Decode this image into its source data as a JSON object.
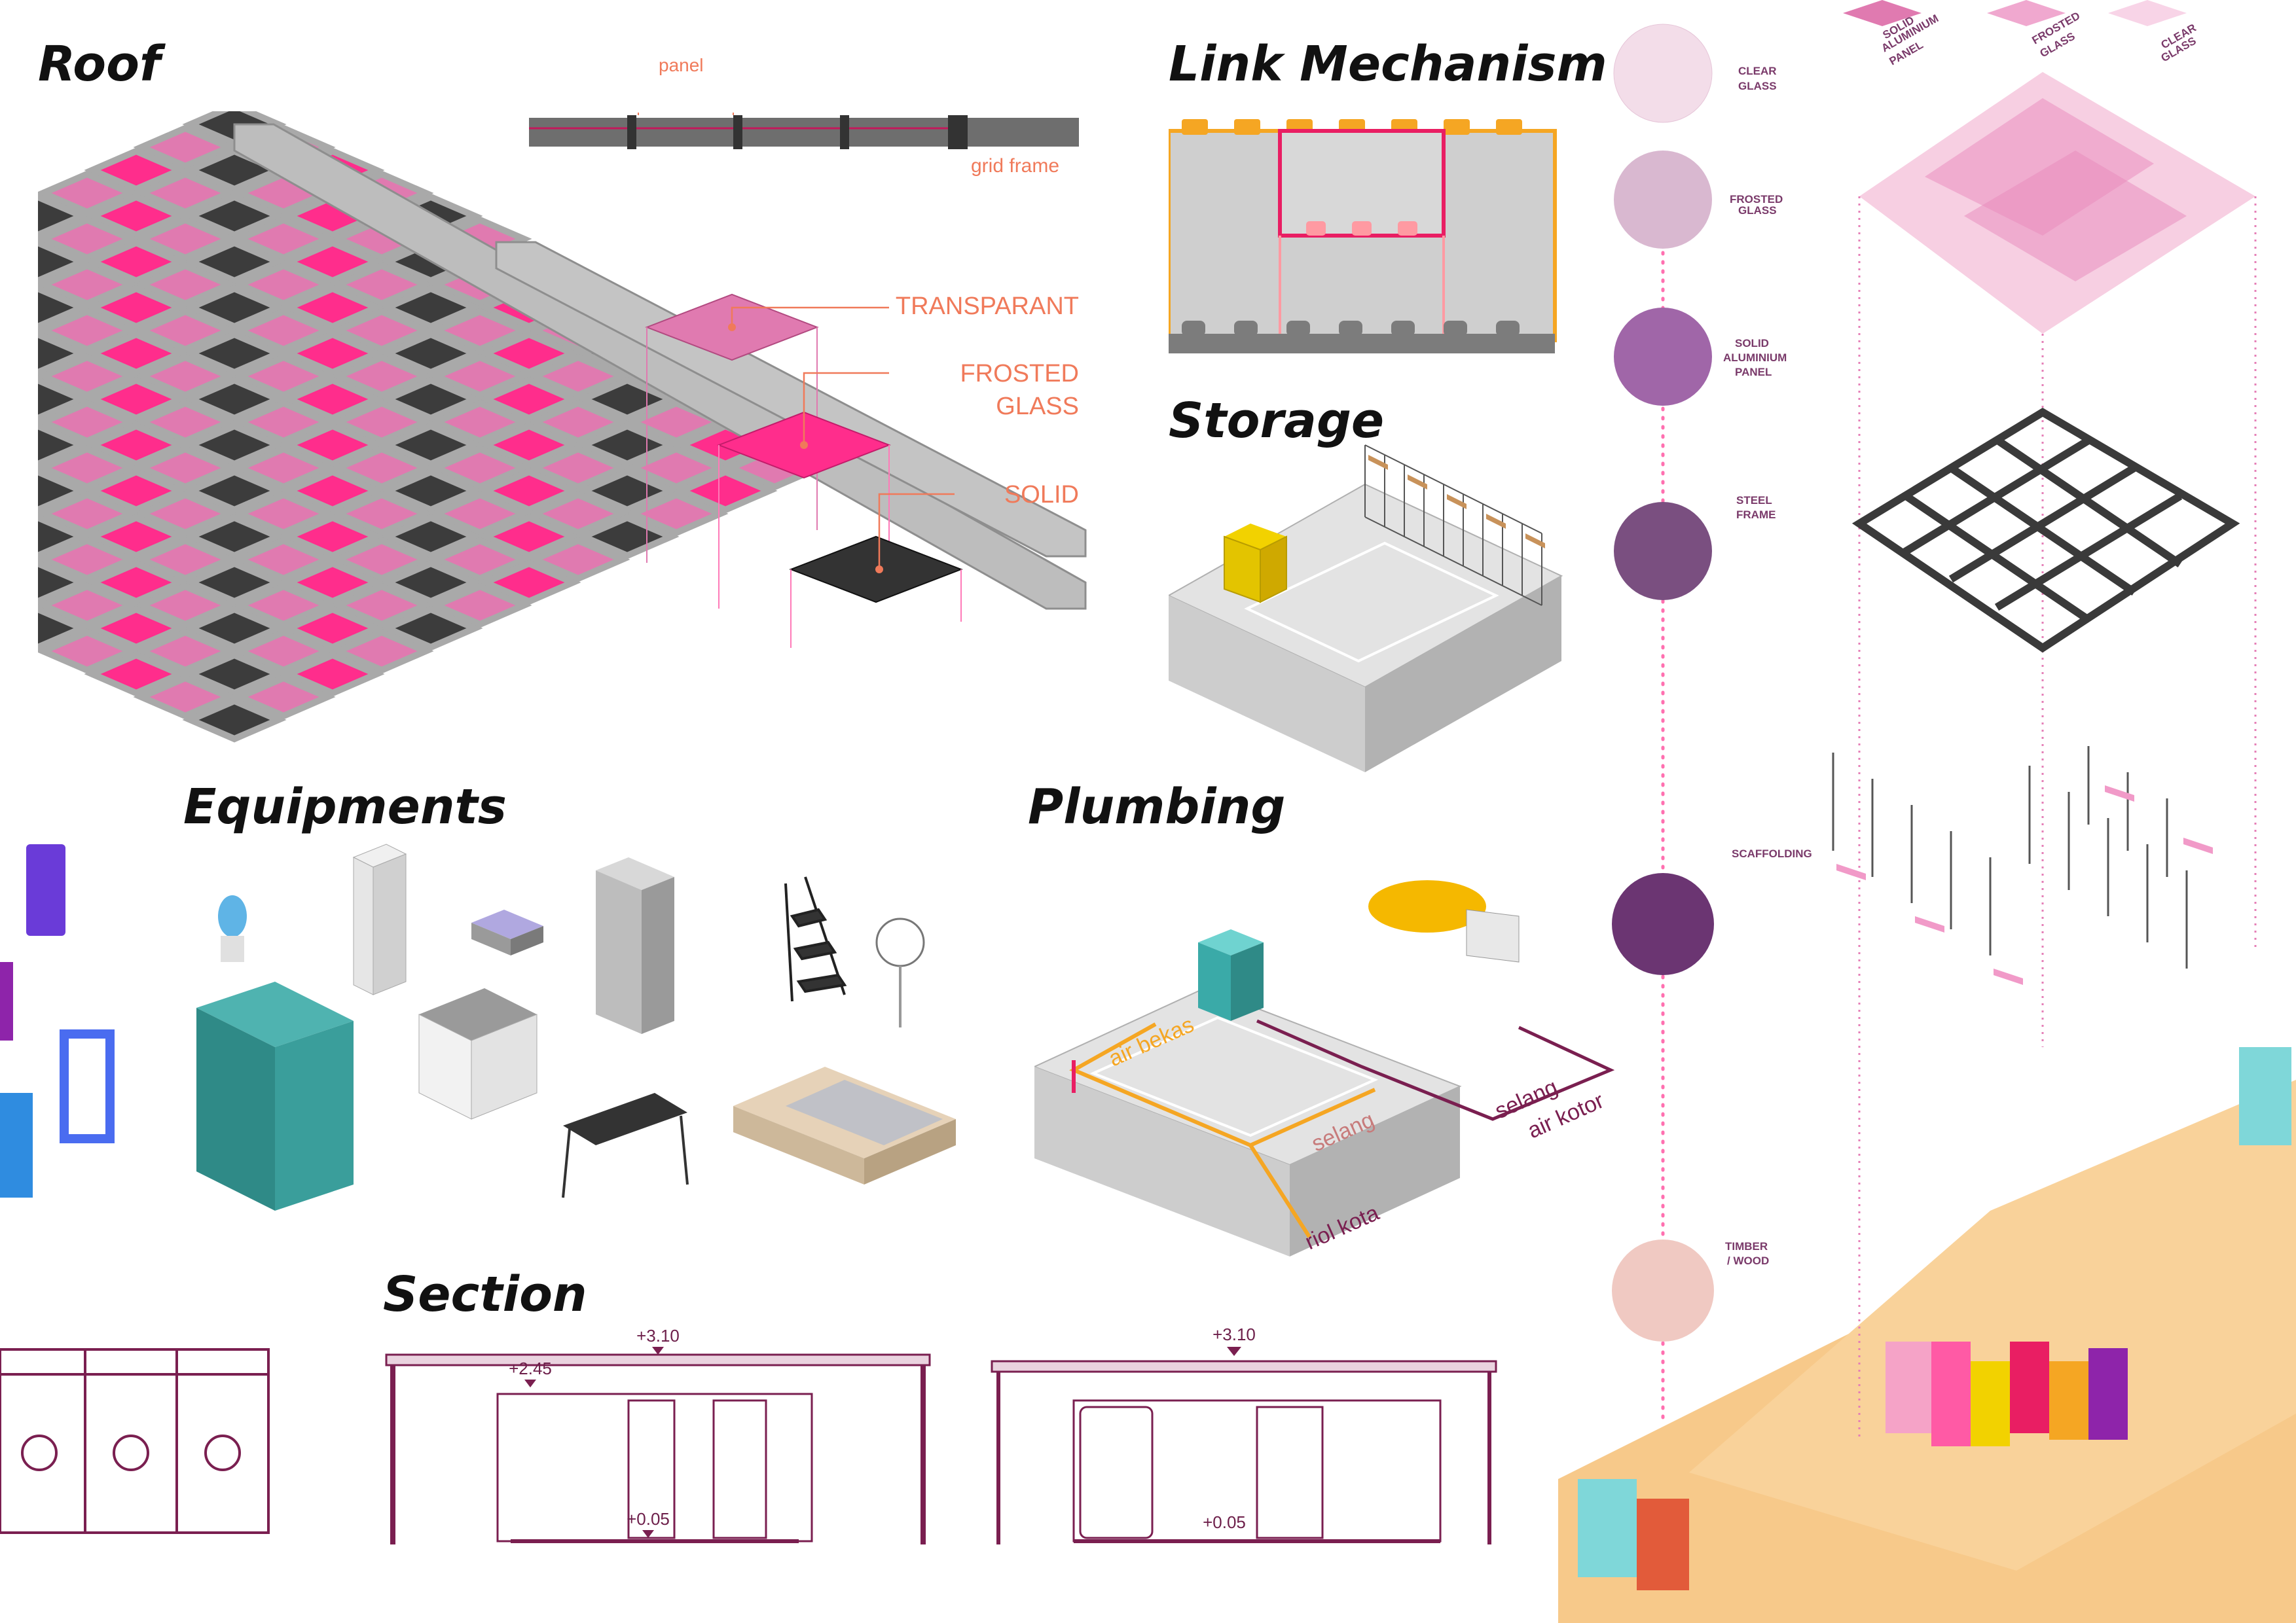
{
  "sections": {
    "roof": "Roof",
    "link": "Link Mechanism",
    "storage": "Storage",
    "equipments": "Equipments",
    "plumbing": "Plumbing",
    "section": "Section"
  },
  "roof": {
    "panel_label": "panel",
    "grid_frame_label": "grid frame",
    "transparant_label": "TRANSPARANT",
    "frosted_label_1": "FROSTED",
    "frosted_label_2": "GLASS",
    "solid_label": "SOLID"
  },
  "plumbing": {
    "air_bekas": "air bekas",
    "selang_inner": "selang",
    "selang_outer": "selang",
    "air_kotor": "air kotor",
    "riol_kota": "riol kota"
  },
  "section": {
    "level_top_a": "+3.10",
    "level_mid_a": "+2.45",
    "level_floor_a": "+0.05",
    "level_top_b": "+3.10",
    "level_floor_b": "+0.05"
  },
  "materials": [
    {
      "lines": [
        "CLEAR",
        "GLASS"
      ]
    },
    {
      "lines": [
        "FROSTED",
        "GLASS"
      ]
    },
    {
      "lines": [
        "SOLID",
        "ALUMINIUM",
        "PANEL"
      ]
    },
    {
      "lines": [
        "STEEL",
        "FRAME"
      ]
    },
    {
      "lines": [
        "SCAFFOLDING"
      ]
    },
    {
      "lines": [
        "TIMBER",
        "/ WOOD"
      ]
    }
  ],
  "legend_swatches": [
    {
      "lines": [
        "SOLID",
        "ALUMINIUM",
        "PANEL"
      ]
    },
    {
      "lines": [
        "FROSTED",
        "GLASS"
      ]
    },
    {
      "lines": [
        "CLEAR",
        "GLASS"
      ]
    }
  ],
  "colors": {
    "hot_pink": "#ff2d8c",
    "mid_pink": "#e07ab0",
    "dark_tile": "#3c3c3c",
    "frame_grey": "#a9a9a9",
    "coral": "#f07a5a",
    "maroon": "#7a1f50",
    "sand": "#f7c98a",
    "orange": "#f5a623"
  }
}
